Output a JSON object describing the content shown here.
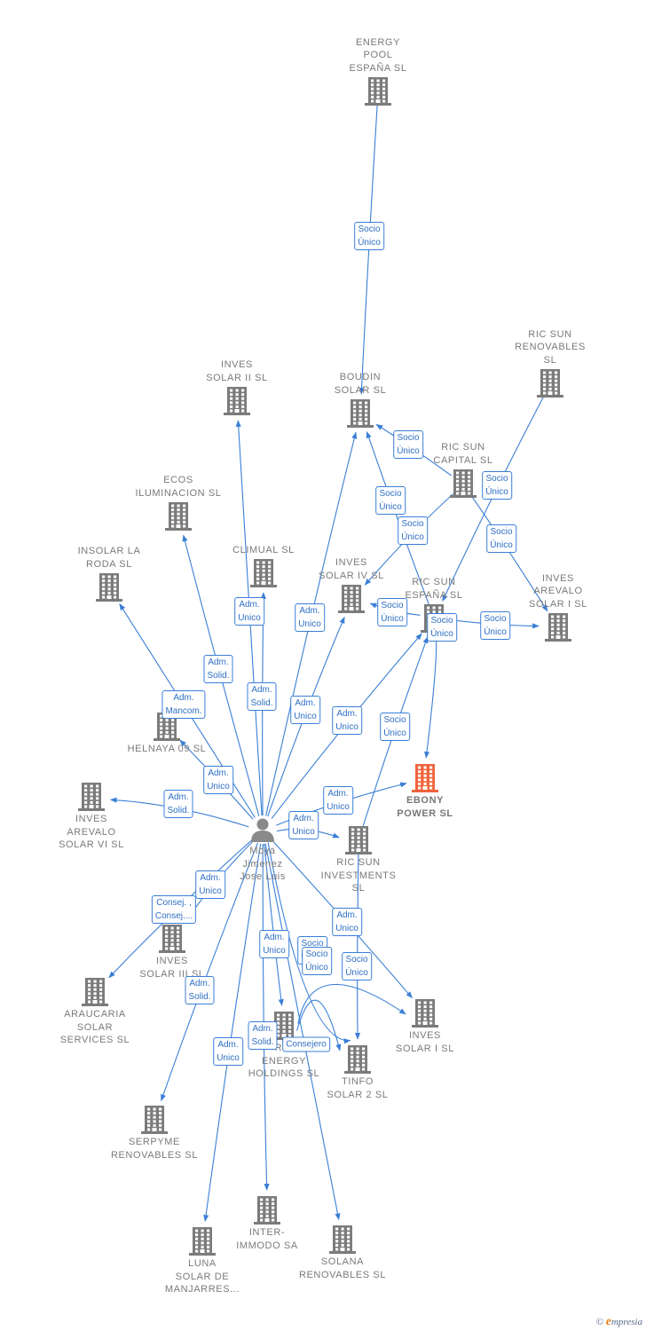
{
  "colors": {
    "edge": "#3a7fd5",
    "building": "#7b7b7b",
    "main_building": "#f0643c",
    "person": "#8a8a8a"
  },
  "nodes": [
    {
      "id": "energy_pool",
      "label": "ENERGY POOL ESPAÑA SL",
      "lines": [
        "ENERGY",
        "POOL",
        "ESPAÑA  SL"
      ],
      "type": "company"
    },
    {
      "id": "boudin",
      "label": "BOUDIN SOLAR SL",
      "lines": [
        "BOUDIN",
        "SOLAR SL"
      ],
      "type": "company"
    },
    {
      "id": "inves2",
      "label": "INVES SOLAR II SL",
      "lines": [
        "INVES",
        "SOLAR II SL"
      ],
      "type": "company"
    },
    {
      "id": "ricsun_renov",
      "label": "RIC SUN RENOVABLES SL",
      "lines": [
        "RIC SUN",
        "RENOVABLES",
        "SL"
      ],
      "type": "company"
    },
    {
      "id": "ricsun_capital",
      "label": "RIC SUN CAPITAL SL",
      "lines": [
        "RIC SUN",
        "CAPITAL  SL"
      ],
      "type": "company"
    },
    {
      "id": "ecos",
      "label": "ECOS ILUMINACION SL",
      "lines": [
        "ECOS",
        "ILUMINACION SL"
      ],
      "type": "company"
    },
    {
      "id": "climual",
      "label": "CLIMUAL SL",
      "lines": [
        "CLIMUAL SL"
      ],
      "type": "company"
    },
    {
      "id": "insolar",
      "label": "INSOLAR LA RODA SL",
      "lines": [
        "INSOLAR LA",
        "RODA  SL"
      ],
      "type": "company"
    },
    {
      "id": "inves4",
      "label": "INVES SOLAR IV SL",
      "lines": [
        "INVES",
        "SOLAR IV SL"
      ],
      "type": "company"
    },
    {
      "id": "ricsun_espana",
      "label": "RIC SUN ESPAÑA SL",
      "lines": [
        "RIC SUN",
        "ESPAÑA  SL"
      ],
      "type": "company"
    },
    {
      "id": "inves_arevalo1",
      "label": "INVES AREVALO SOLAR I SL",
      "lines": [
        "INVES",
        "AREVALO",
        "SOLAR I  SL"
      ],
      "type": "company"
    },
    {
      "id": "helnaya",
      "label": "HELNAYA 09 SL",
      "lines": [
        "HELNAYA 09 SL"
      ],
      "type": "company"
    },
    {
      "id": "ebony",
      "label": "EBONY POWER SL",
      "lines": [
        "EBONY",
        "POWER  SL"
      ],
      "type": "main"
    },
    {
      "id": "inves_arevalo6",
      "label": "INVES AREVALO SOLAR VI SL",
      "lines": [
        "INVES",
        "AREVALO",
        "SOLAR VI SL"
      ],
      "type": "company"
    },
    {
      "id": "moya",
      "label": "Moya Jimenez Jose Luis",
      "lines": [
        "Moya",
        "Jimenez",
        "Jose Luis"
      ],
      "type": "person"
    },
    {
      "id": "ricsun_invest",
      "label": "RIC SUN INVESTMENTS SL",
      "lines": [
        "RIC SUN",
        "INVESTMENTS",
        "SL"
      ],
      "type": "company"
    },
    {
      "id": "inves3",
      "label": "INVES SOLAR III SL",
      "lines": [
        "INVES",
        "SOLAR III SL"
      ],
      "type": "company"
    },
    {
      "id": "araucaria",
      "label": "ARAUCARIA SOLAR SERVICES SL",
      "lines": [
        "ARAUCARIA",
        "SOLAR",
        "SERVICES SL"
      ],
      "type": "company"
    },
    {
      "id": "inves1",
      "label": "INVES SOLAR I SL",
      "lines": [
        "INVES",
        "SOLAR I SL"
      ],
      "type": "company"
    },
    {
      "id": "ric_energy",
      "label": "RIC ENERGY HOLDINGS SL",
      "lines": [
        "RIC",
        "ENERGY",
        "HOLDINGS  SL"
      ],
      "type": "company"
    },
    {
      "id": "tinfo",
      "label": "TINFO SOLAR 2 SL",
      "lines": [
        "TINFO",
        "SOLAR 2 SL"
      ],
      "type": "company"
    },
    {
      "id": "serpyme",
      "label": "SERPYME RENOVABLES SL",
      "lines": [
        "SERPYME",
        "RENOVABLES SL"
      ],
      "type": "company"
    },
    {
      "id": "luna",
      "label": "LUNA SOLAR DE MANJARRES...",
      "lines": [
        "LUNA",
        "SOLAR DE",
        "MANJARRES..."
      ],
      "type": "company"
    },
    {
      "id": "inter",
      "label": "INTER-IMMODO SA",
      "lines": [
        "INTER-",
        "IMMODO SA"
      ],
      "type": "company"
    },
    {
      "id": "solana",
      "label": "SOLANA RENOVABLES SL",
      "lines": [
        "SOLANA",
        "RENOVABLES SL"
      ],
      "type": "company"
    }
  ],
  "edges": [
    {
      "from": "energy_pool",
      "to": "boudin",
      "label": [
        "Socio",
        "Único"
      ]
    },
    {
      "from": "ricsun_capital",
      "to": "boudin",
      "label": [
        "Socio",
        "Único"
      ]
    },
    {
      "from": "ricsun_capital",
      "to": "inves4",
      "label": [
        "Socio",
        "Único"
      ]
    },
    {
      "from": "ricsun_capital",
      "to": "inves_arevalo1",
      "label": [
        "Socio",
        "Único"
      ]
    },
    {
      "from": "ricsun_renov",
      "to": "ricsun_espana",
      "label": [
        "Socio",
        "Único"
      ]
    },
    {
      "from": "ricsun_espana",
      "to": "boudin",
      "label": [
        "Socio",
        "Único"
      ]
    },
    {
      "from": "ricsun_espana",
      "to": "inves_arevalo1",
      "label": [
        "Socio",
        "Único"
      ]
    },
    {
      "from": "ricsun_espana",
      "to": "ebony",
      "label": [
        "Socio",
        "Único"
      ]
    },
    {
      "from": "ricsun_invest",
      "to": "ricsun_espana",
      "label": [
        "Socio",
        "Único"
      ]
    },
    {
      "from": "ricsun_espana",
      "to": "inves4",
      "label": [
        "Socio",
        "Único"
      ]
    },
    {
      "from": "moya",
      "to": "inves2",
      "label": [
        "Adm.",
        "Unico"
      ]
    },
    {
      "from": "moya",
      "to": "boudin",
      "label": [
        "Adm.",
        "Unico"
      ]
    },
    {
      "from": "moya",
      "to": "ecos",
      "label": [
        "Adm.",
        "Solid."
      ]
    },
    {
      "from": "moya",
      "to": "climual",
      "label": [
        "Adm.",
        "Solid."
      ]
    },
    {
      "from": "moya",
      "to": "insolar",
      "label": [
        "Adm.",
        "Mancom."
      ]
    },
    {
      "from": "moya",
      "to": "inves4",
      "label": [
        "Adm.",
        "Unico"
      ]
    },
    {
      "from": "moya",
      "to": "ricsun_espana",
      "label": [
        "Adm.",
        "Unico"
      ]
    },
    {
      "from": "moya",
      "to": "helnaya",
      "label": [
        "Adm.",
        "Unico"
      ]
    },
    {
      "from": "moya",
      "to": "inves_arevalo6",
      "label": [
        "Adm.",
        "Solid."
      ]
    },
    {
      "from": "moya",
      "to": "ebony",
      "label": [
        "Adm.",
        "Unico"
      ]
    },
    {
      "from": "moya",
      "to": "ricsun_invest",
      "label": [
        "Adm.",
        "Unico"
      ]
    },
    {
      "from": "moya",
      "to": "inves3",
      "label": [
        "Adm.",
        "Unico"
      ]
    },
    {
      "from": "moya",
      "to": "araucaria",
      "label": [
        "Consej. ,",
        "Consej...."
      ]
    },
    {
      "from": "moya",
      "to": "serpyme",
      "label": [
        "Adm.",
        "Solid."
      ]
    },
    {
      "from": "moya",
      "to": "luna",
      "label": [
        "Adm.",
        "Unico"
      ]
    },
    {
      "from": "moya",
      "to": "inter",
      "label": [
        "Adm.",
        "Solid."
      ]
    },
    {
      "from": "moya",
      "to": "ric_energy",
      "label": [
        "Adm.",
        "Unico"
      ]
    },
    {
      "from": "moya",
      "to": "inves1",
      "label": [
        "Adm.",
        "Unico"
      ]
    },
    {
      "from": "moya",
      "to": "tinfo",
      "label": [
        "Consejero"
      ]
    },
    {
      "from": "moya",
      "to": "solana",
      "label": []
    },
    {
      "from": "ric_energy",
      "to": "inves1",
      "label": [
        "Socio",
        "Único"
      ]
    },
    {
      "from": "ric_energy",
      "to": "tinfo",
      "label": [
        "Socio",
        "Único"
      ]
    },
    {
      "from": "ricsun_invest",
      "to": "tinfo",
      "label": [
        "Socio",
        "Único"
      ]
    }
  ],
  "footer": {
    "copyright": "©",
    "brand_initial": "e",
    "brand_rest": "mpresia"
  }
}
